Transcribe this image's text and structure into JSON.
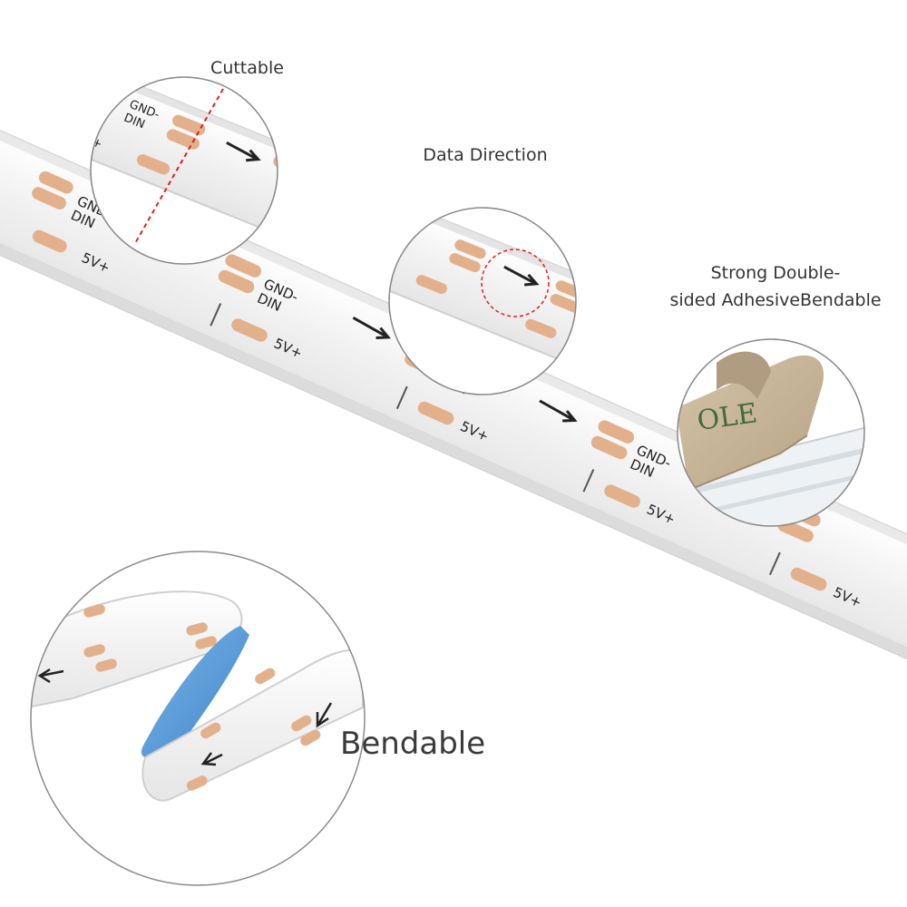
{
  "labels": {
    "cuttable": "Cuttable",
    "data_direction": "Data Direction",
    "adhesive_line1": "Strong Double-",
    "adhesive_line2": "sided AdhesiveBendable",
    "bendable": "Bendable"
  },
  "strip_text": {
    "gnd": "GND-",
    "din": "DIN",
    "vcc": "5V+",
    "tape_print": "OLE"
  },
  "colors": {
    "strip_white": "#f6f6f6",
    "strip_edge": "#c9c9c9",
    "pad_copper": "#e3b08c",
    "tape_kraft": "#c9b69c",
    "backing_blue": "#5a9fd8",
    "cut_line_red": "#e02020",
    "circle_border": "#8a8a8a"
  },
  "icons": [
    "arrow-icon",
    "dashed-cut-line",
    "dashed-circle-highlight"
  ]
}
